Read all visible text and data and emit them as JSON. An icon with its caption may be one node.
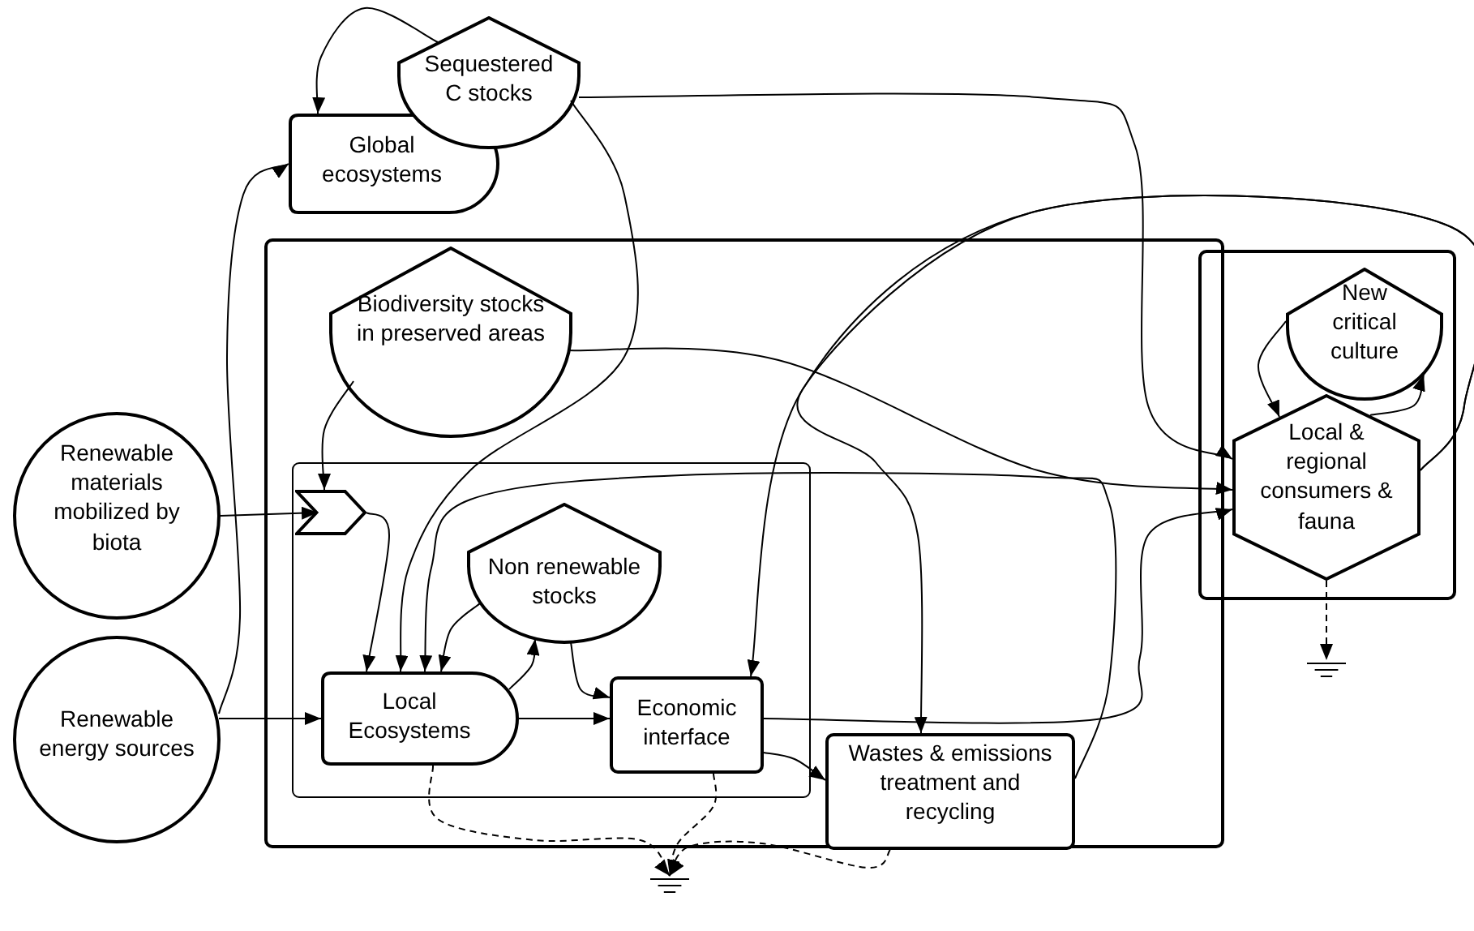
{
  "diagram": {
    "nodes": [
      {
        "text": [
          "Global ecosystems"
        ]
      },
      {
        "text": [
          "Sequestered C stocks"
        ]
      },
      {
        "text": [],
        "shape": "box"
      },
      {
        "text": [
          "Biodiversity stocks in preserved areas"
        ],
        "in": 2
      },
      {
        "text": [],
        "shape": "box",
        "in": 2
      },
      {
        "text": [],
        "shape": "chevron",
        "in": 4
      },
      {
        "text": [
          "Non renewable stocks"
        ],
        "in": 4
      },
      {
        "text": [
          "Local Ecosystems"
        ],
        "in": 4
      },
      {
        "text": [
          "Economic interface"
        ],
        "in": 4
      },
      {
        "text": [
          "Wastes & emissions treatment and recycling"
        ],
        "in": 2
      },
      {
        "text": [
          "Renewable materials mobilized by biota"
        ]
      },
      {
        "text": [
          "Renewable energy sources"
        ]
      },
      {
        "text": [],
        "shape": "box"
      },
      {
        "text": [
          "New critical culture"
        ],
        "in": 12
      },
      {
        "text": [
          "Local & regional consumers & fauna"
        ],
        "in": 12
      },
      {
        "text": [],
        "shape": "ground"
      },
      {
        "text": [],
        "shape": "ground"
      }
    ],
    "edges": [
      {
        "from": 10,
        "to": 5,
        "arrow": "to"
      },
      {
        "from": 11,
        "to": 7,
        "arrow": "to"
      },
      {
        "from": 11,
        "to": 0,
        "arrow": "to"
      },
      {
        "from": 1,
        "to": 0,
        "arrow": "to"
      },
      {
        "from": 1,
        "to": 7,
        "arrow": "to"
      },
      {
        "from": 1,
        "to": 14,
        "arrow": "to"
      },
      {
        "from": 3,
        "to": 5,
        "arrow": "to"
      },
      {
        "from": 3,
        "to": 14,
        "arrow": "to"
      },
      {
        "from": 5,
        "to": 7,
        "arrow": "to"
      },
      {
        "from": 7,
        "to": 6,
        "arrow": "to"
      },
      {
        "from": 6,
        "to": 7,
        "arrow": "to"
      },
      {
        "from": 6,
        "to": 8,
        "arrow": "to"
      },
      {
        "from": 7,
        "to": 8,
        "arrow": "to"
      },
      {
        "from": 8,
        "to": 9,
        "arrow": "to"
      },
      {
        "from": 8,
        "to": 14,
        "arrow": "to"
      },
      {
        "from": 14,
        "to": 8,
        "arrow": "to"
      },
      {
        "from": 14,
        "to": 9,
        "arrow": "to"
      },
      {
        "from": 9,
        "to": 7,
        "arrow": "to"
      },
      {
        "from": 14,
        "to": 13,
        "arrow": "to"
      },
      {
        "from": 13,
        "to": 14,
        "arrow": "to"
      },
      {
        "from": 7,
        "to": 15,
        "arrow": "to",
        "style": "dashed"
      },
      {
        "from": 8,
        "to": 15,
        "arrow": "to",
        "style": "dashed"
      },
      {
        "from": 9,
        "to": 15,
        "arrow": "to",
        "style": "dashed"
      },
      {
        "from": 14,
        "to": 16,
        "arrow": "to",
        "style": "dashed"
      }
    ]
  }
}
